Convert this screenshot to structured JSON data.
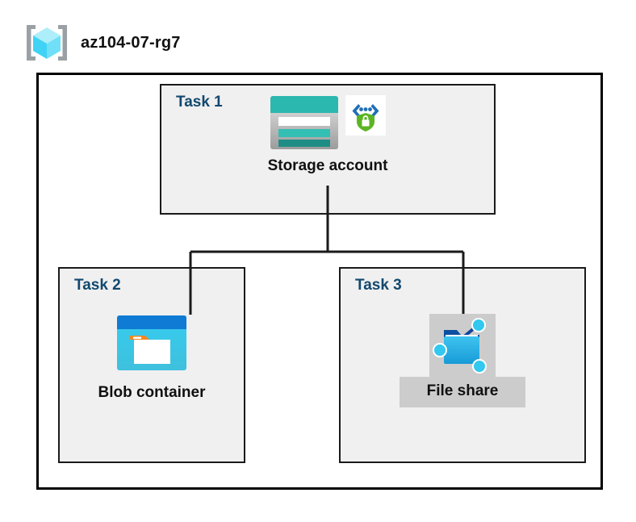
{
  "diagram": {
    "title": "az104-07-rg7",
    "resource_group_icon": "resource-group-cube-icon",
    "colors": {
      "task_label": "#12486f",
      "box_fill": "#f0f0f0",
      "box_border": "#1a1a1a",
      "boundary_border": "#000000",
      "highlight_plate": "#cccccc",
      "storage_teal": "#2bb8ae",
      "storage_teal_dark": "#1f8d85",
      "blob_blue": "#0f7bd4",
      "blob_cyan": "#32c3e8",
      "blob_orange": "#f5871f",
      "fileshare_blue": "#32b4e6",
      "node_cyan": "#32c8f0",
      "shield_green": "#5bb523",
      "bracket_blue": "#1f6fb5",
      "cube_cyan": "#7fe3f7",
      "bracket_gray": "#9aa0a4"
    }
  },
  "tasks": [
    {
      "label": "Task 1",
      "node": {
        "caption": "Storage account",
        "icon": "storage-account-icon",
        "badge_icon": "secure-endpoint-shield-icon"
      }
    },
    {
      "label": "Task 2",
      "node": {
        "caption": "Blob container",
        "icon": "blob-container-icon"
      }
    },
    {
      "label": "Task 3",
      "node": {
        "caption": "File share",
        "icon": "file-share-icon"
      }
    }
  ],
  "connectors": [
    {
      "from": "Storage account",
      "to": "Blob container"
    },
    {
      "from": "Storage account",
      "to": "File share"
    }
  ]
}
